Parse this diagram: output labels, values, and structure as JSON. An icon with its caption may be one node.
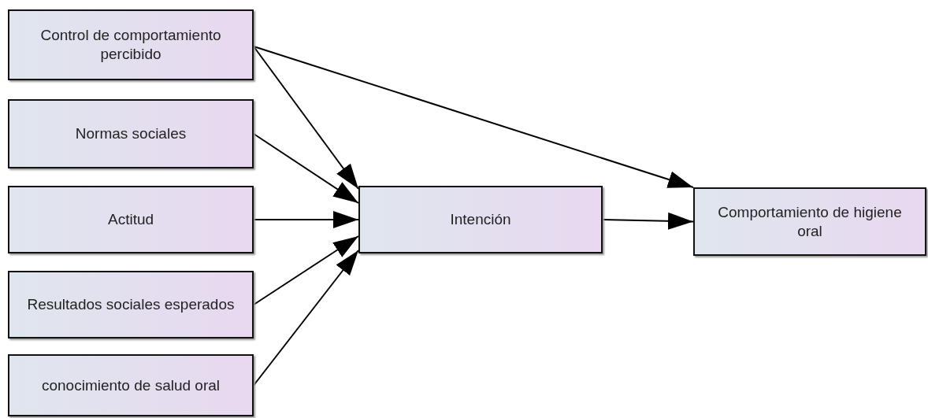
{
  "diagram": {
    "nodes": [
      {
        "text": [
          "Control de comportamiento percibido"
        ]
      },
      {
        "text": [
          "Normas sociales"
        ]
      },
      {
        "text": [
          "Actitud"
        ]
      },
      {
        "text": [
          "Resultados sociales esperados"
        ]
      },
      {
        "text": [
          "conocimiento de salud oral"
        ]
      },
      {
        "text": [
          "Intención"
        ]
      },
      {
        "text": [
          "Comportamiento de higiene oral"
        ]
      }
    ],
    "edges": [
      {
        "from": 0,
        "to": 6,
        "arrow": "to"
      },
      {
        "from": 0,
        "to": 5,
        "arrow": "to"
      },
      {
        "from": 1,
        "to": 5,
        "arrow": "to"
      },
      {
        "from": 2,
        "to": 5,
        "arrow": "to"
      },
      {
        "from": 3,
        "to": 5,
        "arrow": "to"
      },
      {
        "from": 4,
        "to": 5,
        "arrow": "to"
      },
      {
        "from": 5,
        "to": 6,
        "arrow": "to"
      }
    ]
  }
}
